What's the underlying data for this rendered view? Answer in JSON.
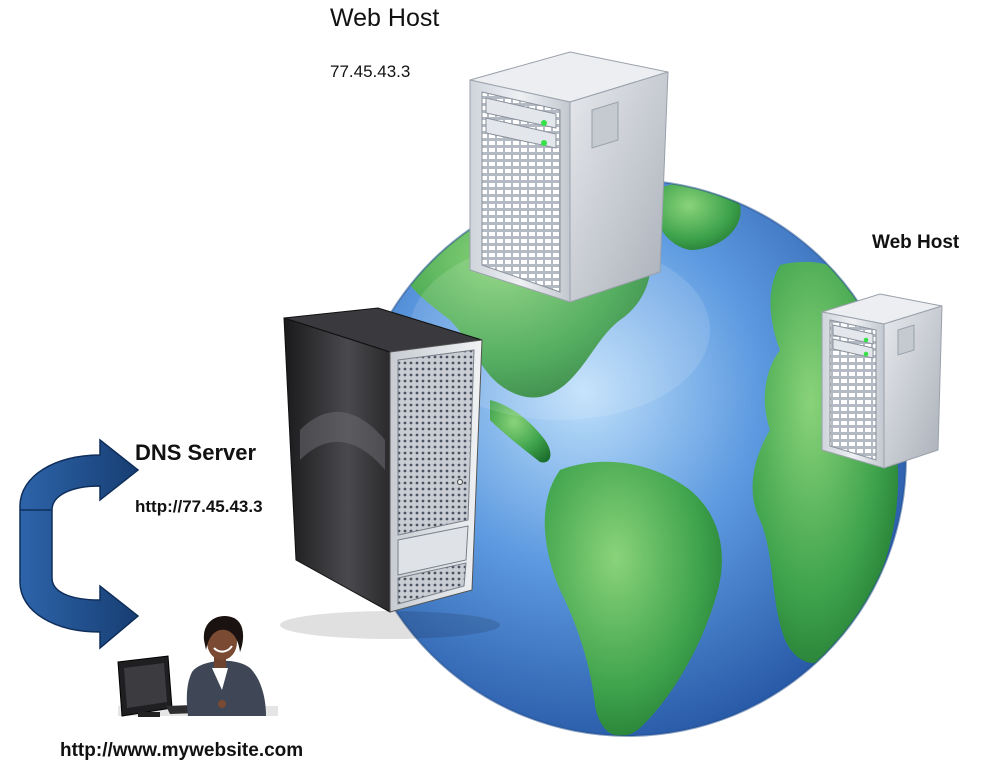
{
  "web_host_primary": {
    "title": "Web Host",
    "ip": "77.45.43.3"
  },
  "web_host_secondary": {
    "title": "Web Host"
  },
  "dns_server": {
    "title": "DNS Server",
    "resolved_url": "http://77.45.43.3"
  },
  "client": {
    "url": "http://www.mywebsite.com"
  },
  "colors": {
    "ocean": "#3f78c2",
    "land": "#3ba04a",
    "arrow": "#1e4d8c",
    "server_light": "#d9dde3",
    "server_dark": "#2a2a2c",
    "led": "#35e24a"
  }
}
